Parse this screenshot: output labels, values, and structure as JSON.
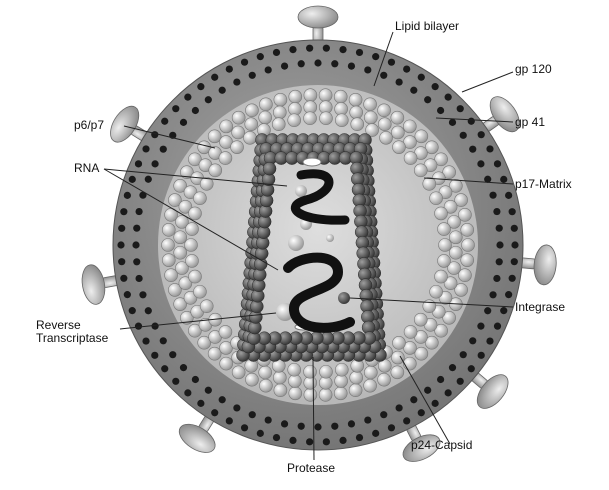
{
  "labels": {
    "lipid_bilayer": "Lipid bilayer",
    "gp120": "gp 120",
    "gp41": "gp 41",
    "p6p7": "p6/p7",
    "rna": "RNA",
    "p17_matrix": "p17-Matrix",
    "integrase": "Integrase",
    "reverse": "Reverse",
    "transcriptase": "Transcriptase",
    "protease": "Protease",
    "p24_capsid": "p24-Capsid"
  },
  "colors": {
    "outer_sphere": "#8c8c8c",
    "inner_core": "#c9c9c9",
    "bilayer_dot": "#1a1a1a",
    "matrix_bead": "#bdbdbd",
    "capsid_bead": "#555555",
    "rna_strand": "#111111",
    "spike": "#a8a8a8"
  }
}
